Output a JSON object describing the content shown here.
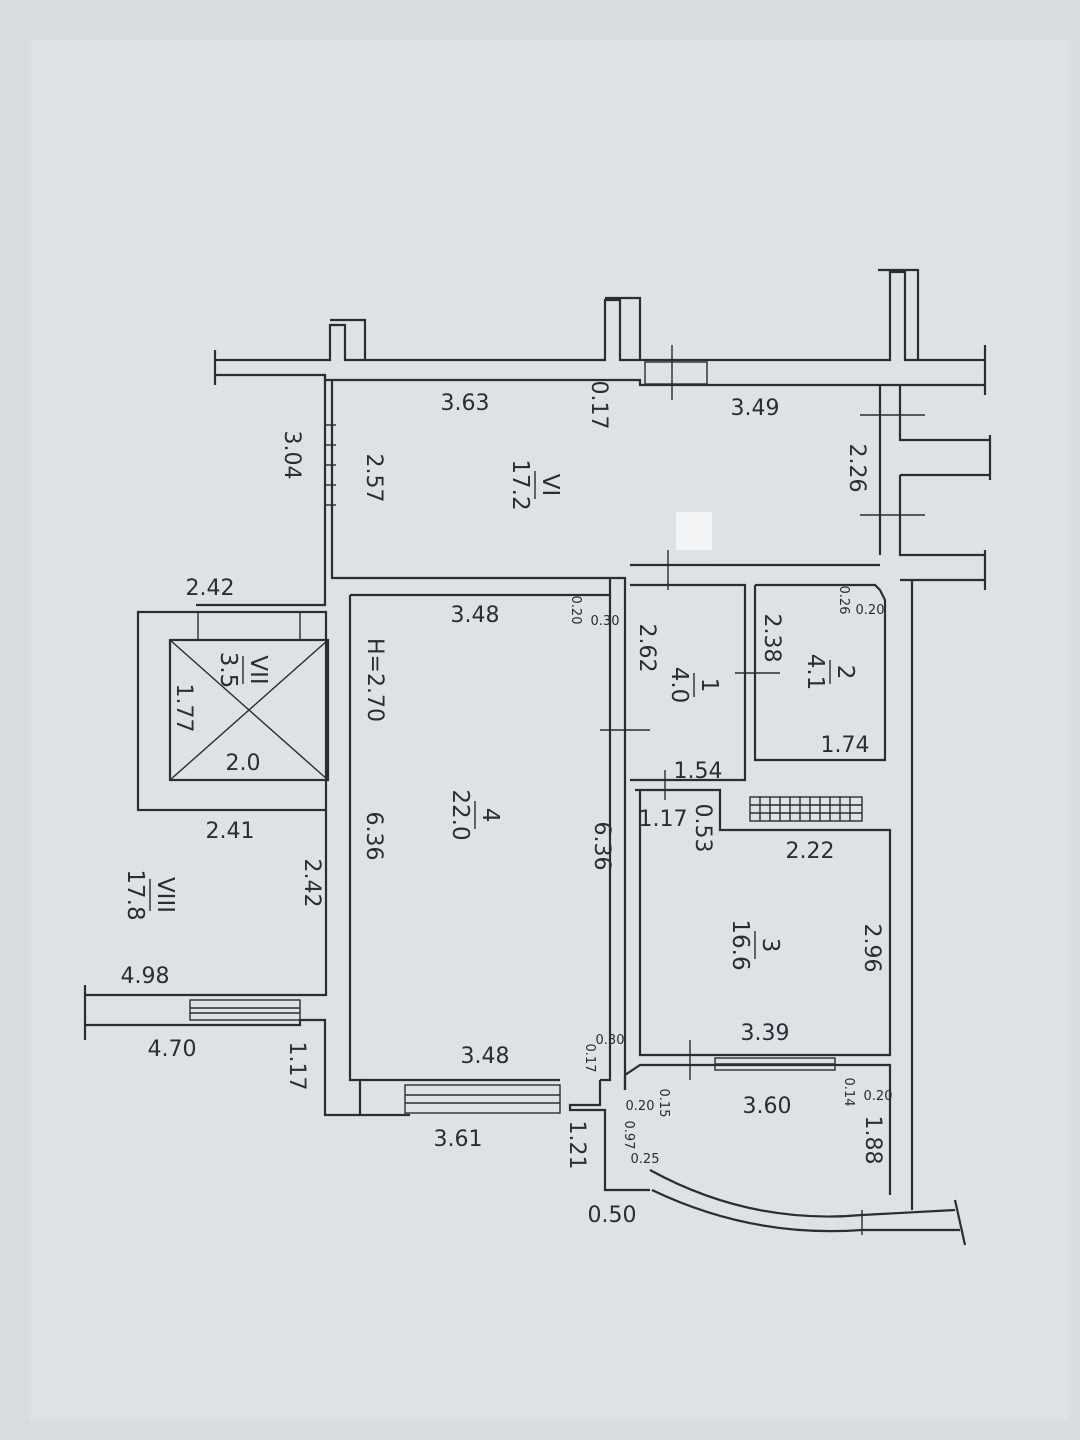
{
  "rooms": {
    "r1": {
      "num": "1",
      "area": "4.0"
    },
    "r2": {
      "num": "2",
      "area": "4.1"
    },
    "r3": {
      "num": "3",
      "area": "16.6"
    },
    "r4": {
      "num": "4",
      "area": "22.0"
    },
    "r6": {
      "num": "VI",
      "area": "17.2"
    },
    "r7": {
      "num": "VII",
      "area": "3.5"
    },
    "r8": {
      "num": "VIII",
      "area": "17.8"
    }
  },
  "height_note": "H=2.70",
  "dimensions": {
    "d363": "3.63",
    "d017": "0.17",
    "d349": "3.49",
    "d304": "3.04",
    "d257": "2.57",
    "d226": "2.26",
    "d242a": "2.42",
    "d348a": "3.48",
    "d020a": "0.20",
    "d030a": "0.30",
    "d262": "2.62",
    "d238": "2.38",
    "d026": "0.26",
    "d020b": "0.20",
    "d177": "1.77",
    "d20": "2.0",
    "d174": "1.74",
    "d154": "1.54",
    "d117a": "1.17",
    "d053": "0.53",
    "d241": "2.41",
    "d636a": "6.36",
    "d636b": "6.36",
    "d222": "2.22",
    "d242b": "2.42",
    "d296": "2.96",
    "d498": "4.98",
    "d339": "3.39",
    "d470": "4.70",
    "d117b": "1.17",
    "d348b": "3.48",
    "d030b": "0.30",
    "d017b": "0.17",
    "d020c": "0.20",
    "d015": "0.15",
    "d360": "3.60",
    "d020d": "0.20",
    "d014": "0.14",
    "d188": "1.88",
    "d361": "3.61",
    "d121": "1.21",
    "d097": "0.97",
    "d025": "0.25",
    "d050": "0.50"
  }
}
